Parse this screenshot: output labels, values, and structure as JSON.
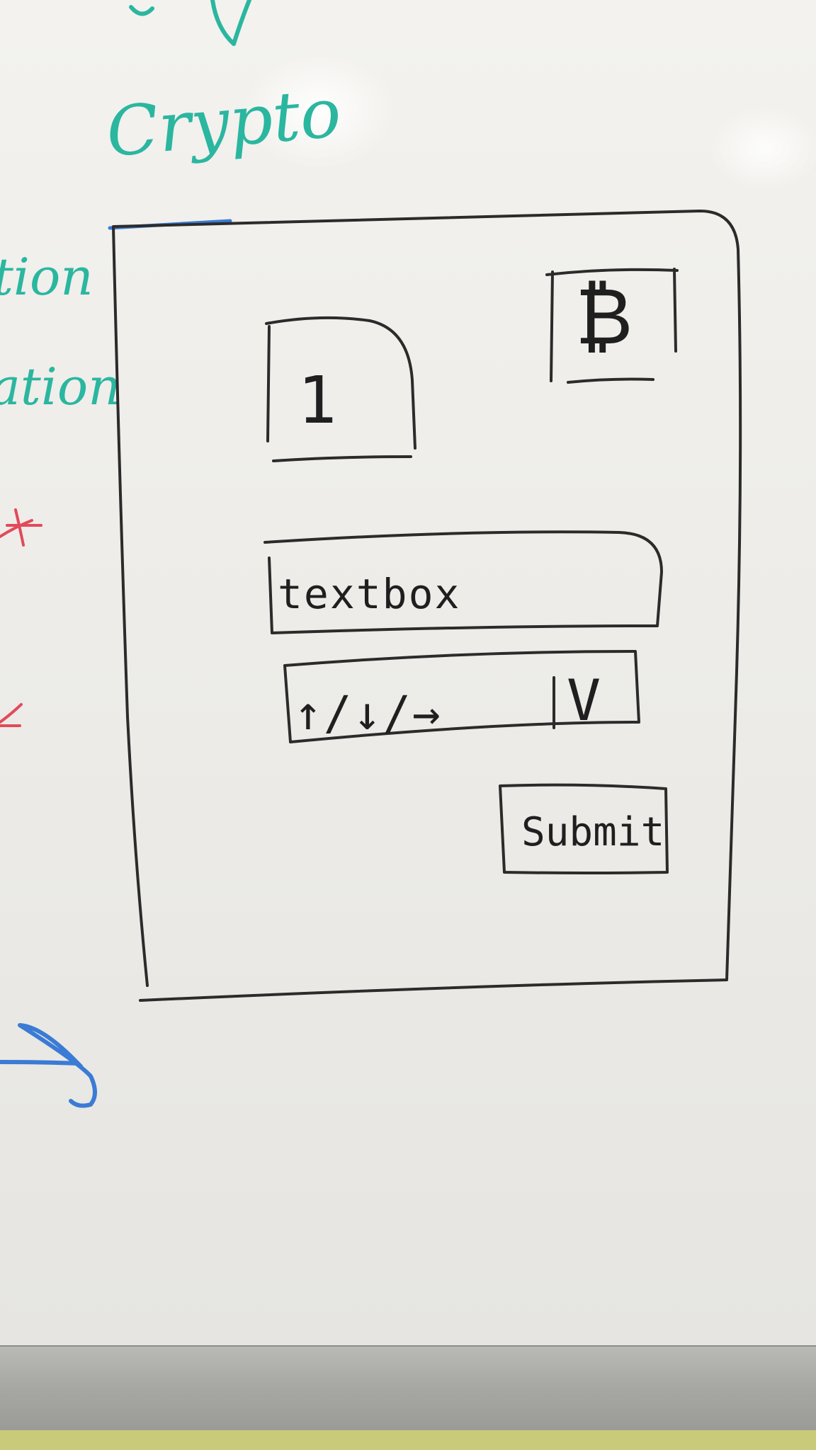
{
  "wireframe": {
    "logo_number": "1",
    "bitcoin_glyph": "₿",
    "textbox_label": "textbox",
    "dropdown_value": "↑/↓/→",
    "dropdown_chevron": "V",
    "submit_label": "Submit",
    "ink_color": "#2b2b2b"
  },
  "margin_notes": {
    "top_word": "Crypto",
    "left_fragments": [
      "tion",
      "ation"
    ],
    "pen_colors": {
      "teal": "#2bb6a0",
      "red": "#e24a5a",
      "blue": "#3a7bd5"
    }
  }
}
